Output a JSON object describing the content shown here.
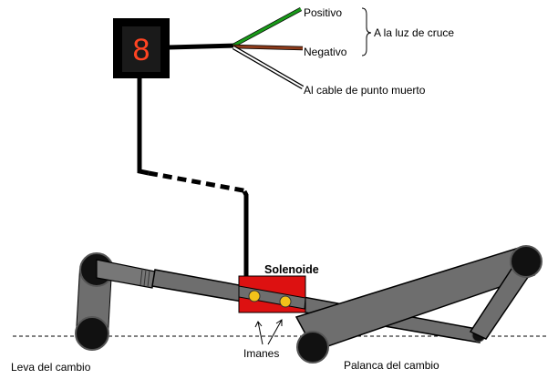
{
  "display": {
    "digit": "8"
  },
  "wires": {
    "positive_label": "Positivo",
    "negative_label": "Negativo",
    "neutral_label": "Al cable de punto muerto",
    "group_label": "A la luz de cruce"
  },
  "mechanism": {
    "solenoid_label": "Solenoide",
    "magnets_label": "Imanes",
    "shift_cam_label": "Leva del cambio",
    "shift_lever_label": "Palanca del cambio"
  },
  "colors": {
    "display_digit": "#ff4422",
    "display_body": "#000000",
    "wire_positive": "#1a9a1a",
    "wire_negative": "#8b3a1a",
    "wire_neutral": "#ffffff",
    "solenoid": "#dd1111",
    "magnet": "#f2c21a",
    "rod": "#6e6e6e",
    "pivot": "#111111"
  }
}
